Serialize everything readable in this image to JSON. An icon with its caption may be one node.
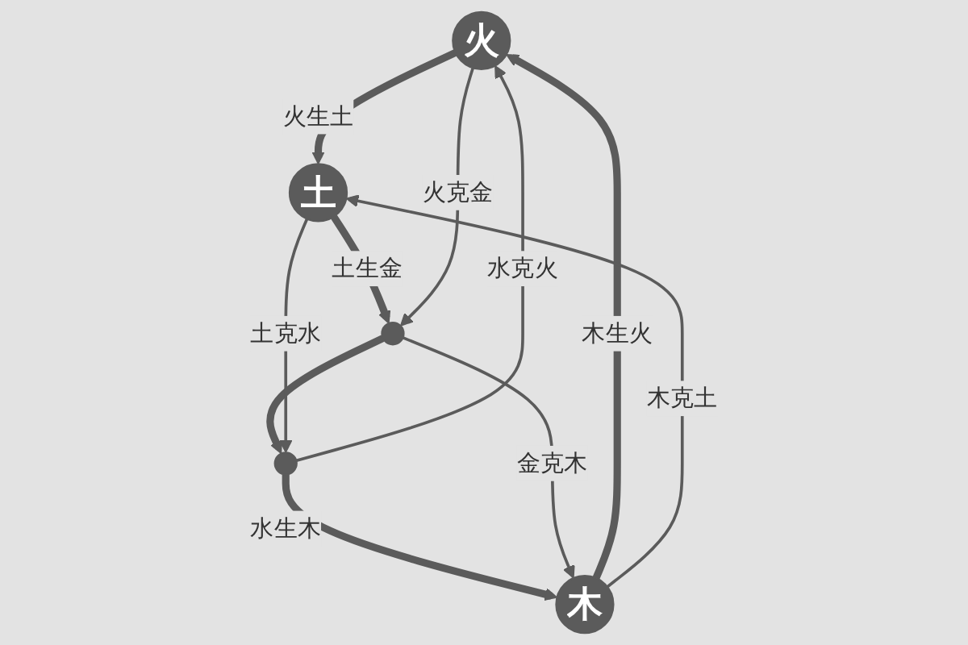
{
  "diagram": {
    "nodes": [
      {
        "text": [
          "火"
        ]
      },
      {
        "text": [
          "木"
        ]
      },
      {
        "text": [
          "土"
        ]
      },
      {
        "text": [],
        "shape": "circle"
      },
      {
        "text": [],
        "shape": "circle"
      }
    ],
    "edges": [
      {
        "from": 1,
        "to": 0,
        "arrow": "to",
        "label": "木生火",
        "style": "thick"
      },
      {
        "from": 0,
        "to": 2,
        "arrow": "to",
        "label": "火生土",
        "style": "thick"
      },
      {
        "from": 2,
        "to": 4,
        "arrow": "to",
        "label": "土生金",
        "style": "thick"
      },
      {
        "from": 4,
        "to": 3,
        "arrow": "to",
        "style": "thick"
      },
      {
        "from": 3,
        "to": 1,
        "arrow": "to",
        "label": "水生木",
        "style": "thick"
      },
      {
        "from": 1,
        "to": 2,
        "arrow": "to",
        "label": "木克土"
      },
      {
        "from": 3,
        "to": 0,
        "arrow": "to",
        "label": "水克火"
      },
      {
        "from": 0,
        "to": 4,
        "arrow": "to",
        "label": "火克金"
      },
      {
        "from": 4,
        "to": 1,
        "arrow": "to",
        "label": "金克木"
      },
      {
        "from": 2,
        "to": 3,
        "arrow": "to",
        "label": "土克水"
      }
    ]
  }
}
